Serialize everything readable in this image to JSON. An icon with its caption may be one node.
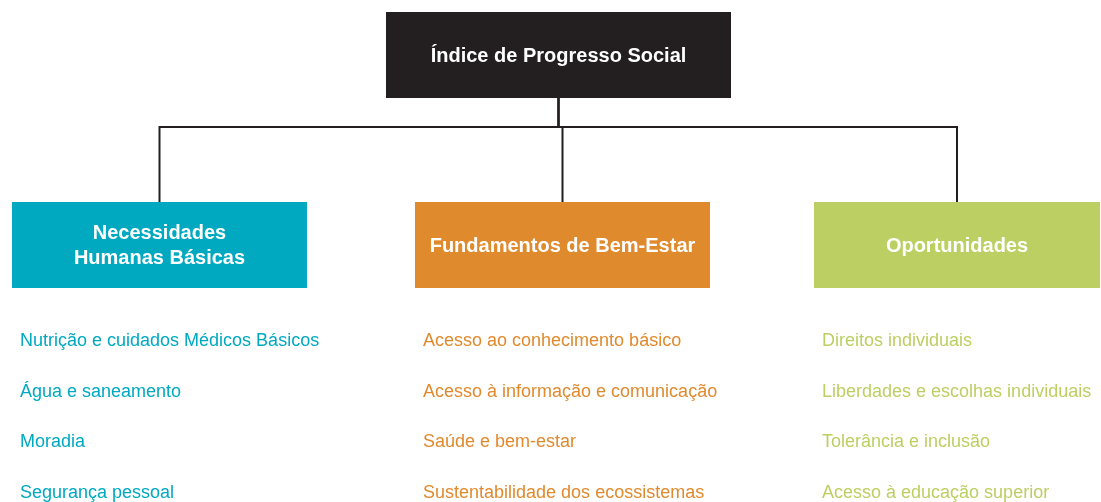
{
  "diagram": {
    "nodes": [
      {
        "text": [
          "Índice de Progresso Social"
        ]
      },
      {
        "text": [
          "Necessidades Humanas Básicas"
        ],
        "beside": [
          "Nutrição e cuidados Médicos Básicos",
          "Água e saneamento",
          "Moradia",
          "Segurança pessoal"
        ]
      },
      {
        "text": [
          "Fundamentos de Bem-Estar"
        ],
        "beside": [
          "Acesso ao conhecimento básico",
          "Acesso à informação e comunicação",
          "Saúde e bem-estar",
          "Sustentabilidade dos ecossistemas"
        ]
      },
      {
        "text": [
          "Oportunidades"
        ],
        "beside": [
          "Direitos individuais",
          "Liberdades e escolhas individuais",
          "Tolerância e inclusão",
          "Acesso à educação superior"
        ]
      }
    ],
    "edges": [
      {
        "from": 0,
        "to": 1,
        "arrow": "none"
      },
      {
        "from": 0,
        "to": 2,
        "arrow": "none"
      },
      {
        "from": 0,
        "to": 3,
        "arrow": "none"
      }
    ]
  }
}
